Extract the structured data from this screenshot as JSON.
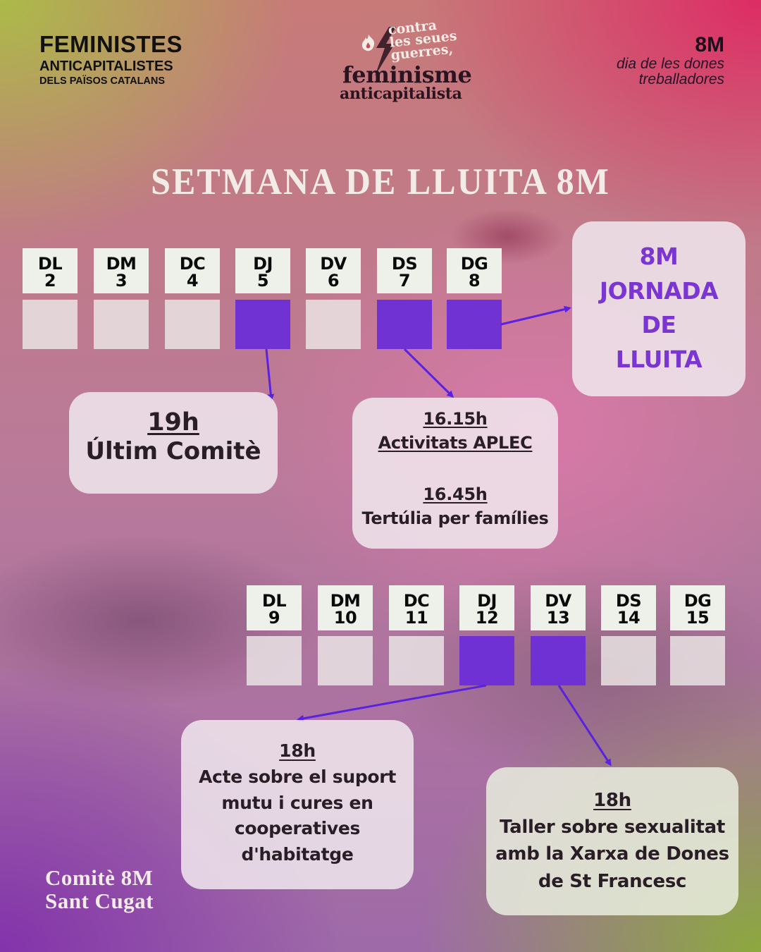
{
  "header": {
    "org": {
      "line1": "FEMINISTES",
      "line2": "ANTICAPITALISTES",
      "line3": "DELS PAÏSOS CATALANS"
    },
    "campaign_logo": {
      "small_lines": [
        "contra",
        "les seues",
        "guerres,"
      ],
      "big_line1": "feminisme",
      "big_line2": "anticapitalista",
      "icons": [
        "flame-icon",
        "lightning-bolt-icon"
      ]
    },
    "event_date": {
      "title": "8M",
      "subtitle_line1": "dia de les dones",
      "subtitle_line2": "treballadores"
    }
  },
  "title": "SETMANA DE LLUITA 8M",
  "colors": {
    "accent_purple": "#6d2fd6",
    "highlight_text": "#7b35d2",
    "day_label_bg": "#eef0ea",
    "text_dark": "#2a1e26",
    "title_text": "#f3ece6"
  },
  "week1": {
    "days": [
      {
        "abbr": "DL",
        "num": "2",
        "active": false
      },
      {
        "abbr": "DM",
        "num": "3",
        "active": false
      },
      {
        "abbr": "DC",
        "num": "4",
        "active": false
      },
      {
        "abbr": "DJ",
        "num": "5",
        "active": true
      },
      {
        "abbr": "DV",
        "num": "6",
        "active": false
      },
      {
        "abbr": "DS",
        "num": "7",
        "active": true
      },
      {
        "abbr": "DG",
        "num": "8",
        "active": true
      }
    ]
  },
  "week2": {
    "days": [
      {
        "abbr": "DL",
        "num": "9",
        "active": false
      },
      {
        "abbr": "DM",
        "num": "10",
        "active": false
      },
      {
        "abbr": "DC",
        "num": "11",
        "active": false
      },
      {
        "abbr": "DJ",
        "num": "12",
        "active": true
      },
      {
        "abbr": "DV",
        "num": "13",
        "active": true
      },
      {
        "abbr": "DS",
        "num": "14",
        "active": false
      },
      {
        "abbr": "DG",
        "num": "15",
        "active": false
      }
    ]
  },
  "events": {
    "jornada": {
      "day": "DG 8",
      "lines": [
        "8M",
        "JORNADA",
        "DE",
        "LLUITA"
      ]
    },
    "comite": {
      "day": "DJ 5",
      "time": "19h",
      "desc": "Últim Comitè"
    },
    "aplec": {
      "day": "DS 7",
      "time1": "16.15h",
      "desc1": "Activitats APLEC",
      "time2": "16.45h",
      "desc2": "Tertúlia per famílies"
    },
    "habitatge": {
      "day": "DJ 12",
      "time": "18h",
      "lines": [
        "Acte sobre el suport",
        "mutu i cures en",
        "cooperatives",
        "d'habitatge"
      ]
    },
    "taller": {
      "day": "DV 13",
      "time": "18h",
      "lines": [
        "Taller sobre sexualitat",
        "amb la Xarxa de Dones",
        "de St Francesc"
      ]
    }
  },
  "footer": {
    "line1": "Comitè 8M",
    "line2": "Sant Cugat"
  }
}
